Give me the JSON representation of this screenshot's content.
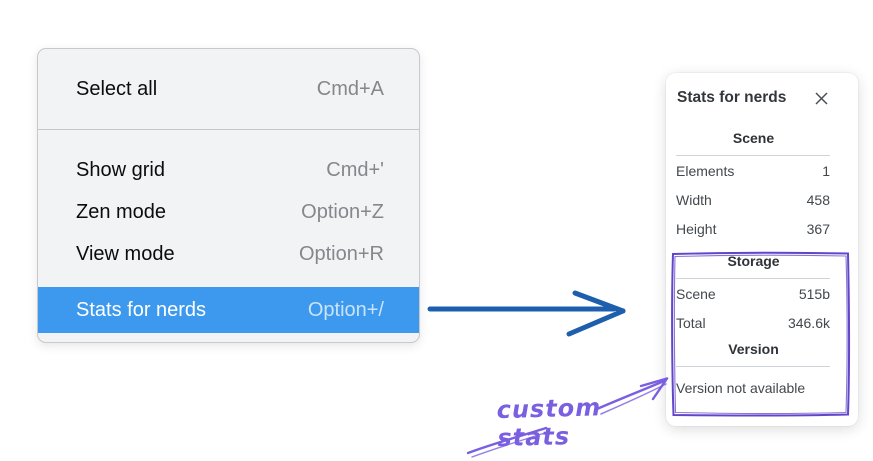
{
  "menu": {
    "items": [
      {
        "label": "Select all",
        "shortcut": "Cmd+A"
      },
      {
        "label": "Show grid",
        "shortcut": "Cmd+'"
      },
      {
        "label": "Zen mode",
        "shortcut": "Option+Z"
      },
      {
        "label": "View mode",
        "shortcut": "Option+R"
      },
      {
        "label": "Stats for nerds",
        "shortcut": "Option+/",
        "selected": true
      }
    ]
  },
  "panel": {
    "title": "Stats for nerds",
    "sections": [
      {
        "title": "Scene",
        "rows": [
          {
            "label": "Elements",
            "value": "1"
          },
          {
            "label": "Width",
            "value": "458"
          },
          {
            "label": "Height",
            "value": "367"
          }
        ]
      },
      {
        "title": "Storage",
        "rows": [
          {
            "label": "Scene",
            "value": "515b"
          },
          {
            "label": "Total",
            "value": "346.6k"
          }
        ]
      },
      {
        "title": "Version",
        "note": "Version not available"
      }
    ]
  },
  "annotation": {
    "label": "custom stats"
  },
  "colors": {
    "menu_highlight": "#3d99ed",
    "arrow_blue": "#1d5fad",
    "annotation_purple": "#7a5fe0",
    "annotation_rect": "#6246c9"
  }
}
